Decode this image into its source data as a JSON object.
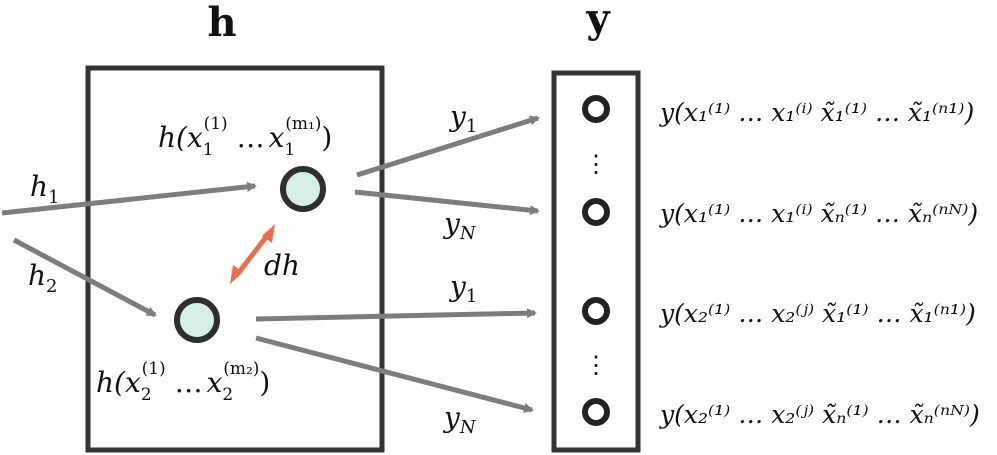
{
  "colors": {
    "box": "#333333",
    "arrow": "#7d7d7d",
    "node_fill": "#d6eee9",
    "node_stroke": "#2e2e2e",
    "dh": "#e8704f"
  },
  "h_title": "h",
  "y_title": "y",
  "inputs": [
    {
      "label": "h",
      "sub": "1"
    },
    {
      "label": "h",
      "sub": "2"
    }
  ],
  "dh_label": "dh",
  "nodes": [
    {
      "fn": "h(",
      "var": "x",
      "sub_a": "1",
      "sup_a": "(1)",
      "dots": " …",
      "sub_b": "1",
      "sup_b": "(m₁)",
      "close": ")"
    },
    {
      "fn": "h(",
      "var": "x",
      "sub_a": "2",
      "sup_a": "(1)",
      "dots": " …",
      "sub_b": "2",
      "sup_b": "(m₂)",
      "close": ")"
    }
  ],
  "edge_labels": [
    {
      "label": "y",
      "sub": "1"
    },
    {
      "label": "y",
      "sub": "N"
    },
    {
      "label": "y",
      "sub": "1"
    },
    {
      "label": "y",
      "sub": "N"
    }
  ],
  "vdots": "⋮",
  "outputs": [
    {
      "text": "y(x₁⁽¹⁾ … x₁⁽ⁱ⁾ x̃₁⁽¹⁾ … x̃₁⁽ⁿ¹⁾)"
    },
    {
      "text": "y(x₁⁽¹⁾ … x₁⁽ⁱ⁾ x̃ₙ⁽¹⁾ … x̃ₙ⁽ⁿᴺ⁾)"
    },
    {
      "text": "y(x₂⁽¹⁾ … x₂⁽ʲ⁾ x̃₁⁽¹⁾ … x̃₁⁽ⁿ¹⁾)"
    },
    {
      "text": "y(x₂⁽¹⁾ … x₂⁽ʲ⁾ x̃ₙ⁽¹⁾ … x̃ₙ⁽ⁿᴺ⁾)"
    }
  ]
}
